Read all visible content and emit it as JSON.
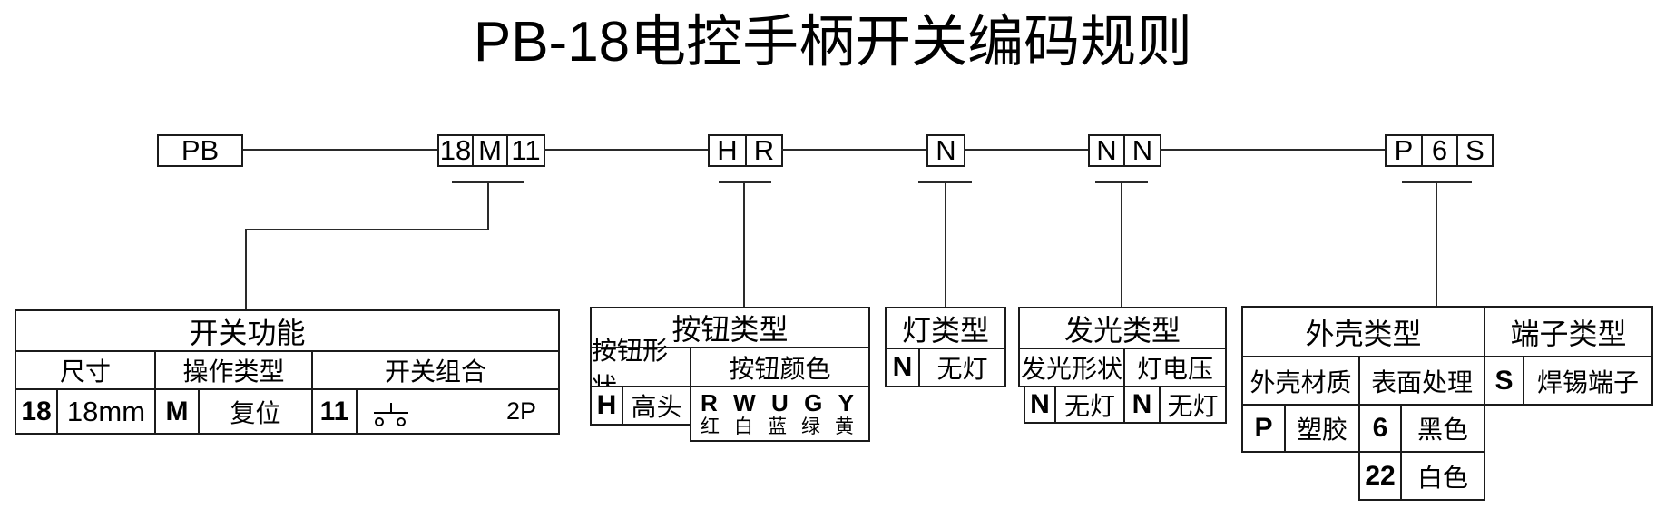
{
  "title": "PB-18电控手柄开关编码规则",
  "code_boxes": {
    "prefix": "PB",
    "size_group": [
      "18",
      "M",
      "11"
    ],
    "button_group": [
      "H",
      "R"
    ],
    "lamp_group": [
      "N"
    ],
    "glow_group": [
      "N",
      "N"
    ],
    "shell_group": [
      "P",
      "6",
      "S"
    ]
  },
  "icons": {
    "combo_symbol": "momentary-no-contact-icon"
  },
  "tables": {
    "switch_function": {
      "title": "开关功能",
      "col_headers": [
        "尺寸",
        "操作类型",
        "开关组合"
      ],
      "size_code": "18",
      "size_value": "18mm",
      "op_code": "M",
      "op_value": "复位",
      "combo_code": "11",
      "combo_value": "2P"
    },
    "button_type": {
      "title": "按钮类型",
      "col_headers": [
        "按钮形状",
        "按钮颜色"
      ],
      "shape_code": "H",
      "shape_value": "高头",
      "color_codes": [
        "R",
        "W",
        "U",
        "G",
        "Y"
      ],
      "color_names": [
        "红",
        "白",
        "蓝",
        "绿",
        "黄"
      ]
    },
    "lamp_type": {
      "title": "灯类型",
      "code": "N",
      "value": "无灯"
    },
    "glow_type": {
      "title": "发光类型",
      "col_headers": [
        "发光形状",
        "灯电压"
      ],
      "shape_code": "N",
      "shape_value": "无灯",
      "voltage_code": "N",
      "voltage_value": "无灯"
    },
    "shell_type": {
      "title": "外壳类型",
      "col_headers": [
        "外壳材质",
        "表面处理"
      ],
      "material_code": "P",
      "material_value": "塑胶",
      "surface_options": [
        {
          "code": "6",
          "value": "黑色"
        },
        {
          "code": "22",
          "value": "白色"
        }
      ]
    },
    "terminal_type": {
      "title": "端子类型",
      "code": "S",
      "value": "焊锡端子"
    }
  }
}
